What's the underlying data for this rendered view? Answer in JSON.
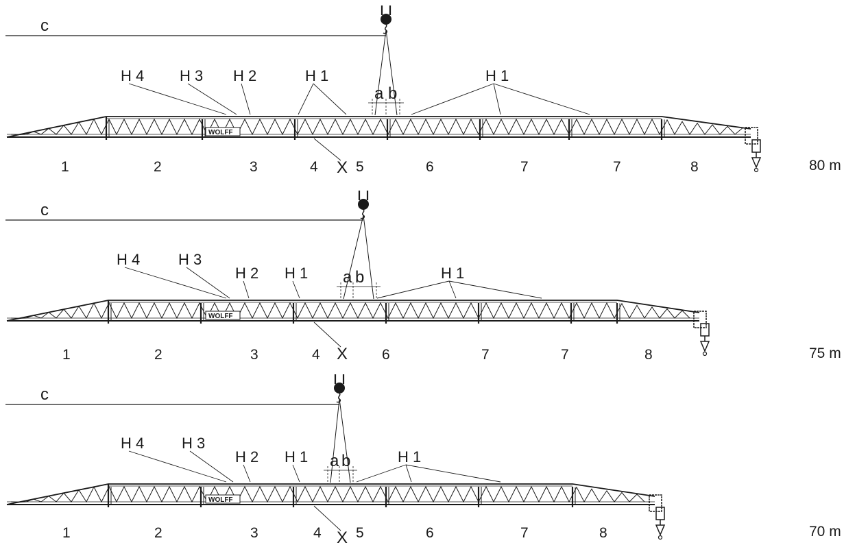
{
  "diagrams": [
    {
      "length_label": "80 m",
      "c_label": "c",
      "a_label": "a",
      "b_label": "b",
      "x_label": "X",
      "hook_labels": [
        "H 4",
        "H 3",
        "H 2",
        "H 1",
        "H 1"
      ],
      "section_numbers": [
        "1",
        "2",
        "3",
        "4",
        "5",
        "6",
        "7",
        "7",
        "8"
      ]
    },
    {
      "length_label": "75 m",
      "c_label": "c",
      "a_label": "a",
      "b_label": "b",
      "x_label": "X",
      "hook_labels": [
        "H 4",
        "H 3",
        "H 2",
        "H 1",
        "H 1"
      ],
      "section_numbers": [
        "1",
        "2",
        "3",
        "4",
        "6",
        "7",
        "7",
        "8"
      ]
    },
    {
      "length_label": "70 m",
      "c_label": "c",
      "a_label": "a",
      "b_label": "b",
      "x_label": "X",
      "hook_labels": [
        "H 4",
        "H 3",
        "H 2",
        "H 1",
        "H 1"
      ],
      "section_numbers": [
        "1",
        "2",
        "3",
        "4",
        "5",
        "6",
        "7",
        "8"
      ]
    }
  ],
  "logo_text": "WOLFF"
}
